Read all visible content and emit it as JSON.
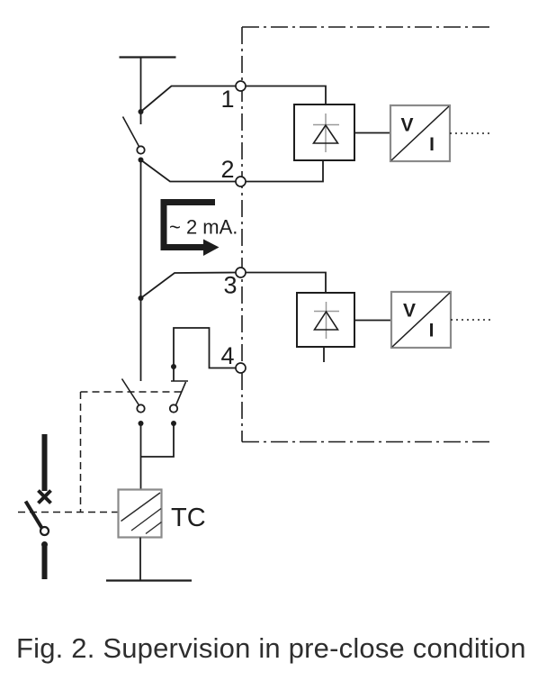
{
  "figure": {
    "caption": "Fig. 2. Supervision in pre-close condition",
    "current_annotation": "~ 2 mA.",
    "terminals": [
      {
        "label": "1"
      },
      {
        "label": "2"
      },
      {
        "label": "3"
      },
      {
        "label": "4"
      }
    ],
    "trip_coil": {
      "label": "TC"
    },
    "vi_converter": {
      "v_label": "V",
      "i_label": "I"
    },
    "icons": [
      "diode-rectifier-icon",
      "vi-converter-icon",
      "current-arrow-icon",
      "auxiliary-contact-icon",
      "circuit-breaker-icon",
      "trip-coil-hatch-icon",
      "ground-icon"
    ],
    "colors": {
      "line": "#1d1d1d",
      "module_border_gray": "#8a8a8a",
      "inner_gray": "#9a9a9a",
      "caption_text": "#2e2e2e",
      "background": "#ffffff"
    }
  }
}
